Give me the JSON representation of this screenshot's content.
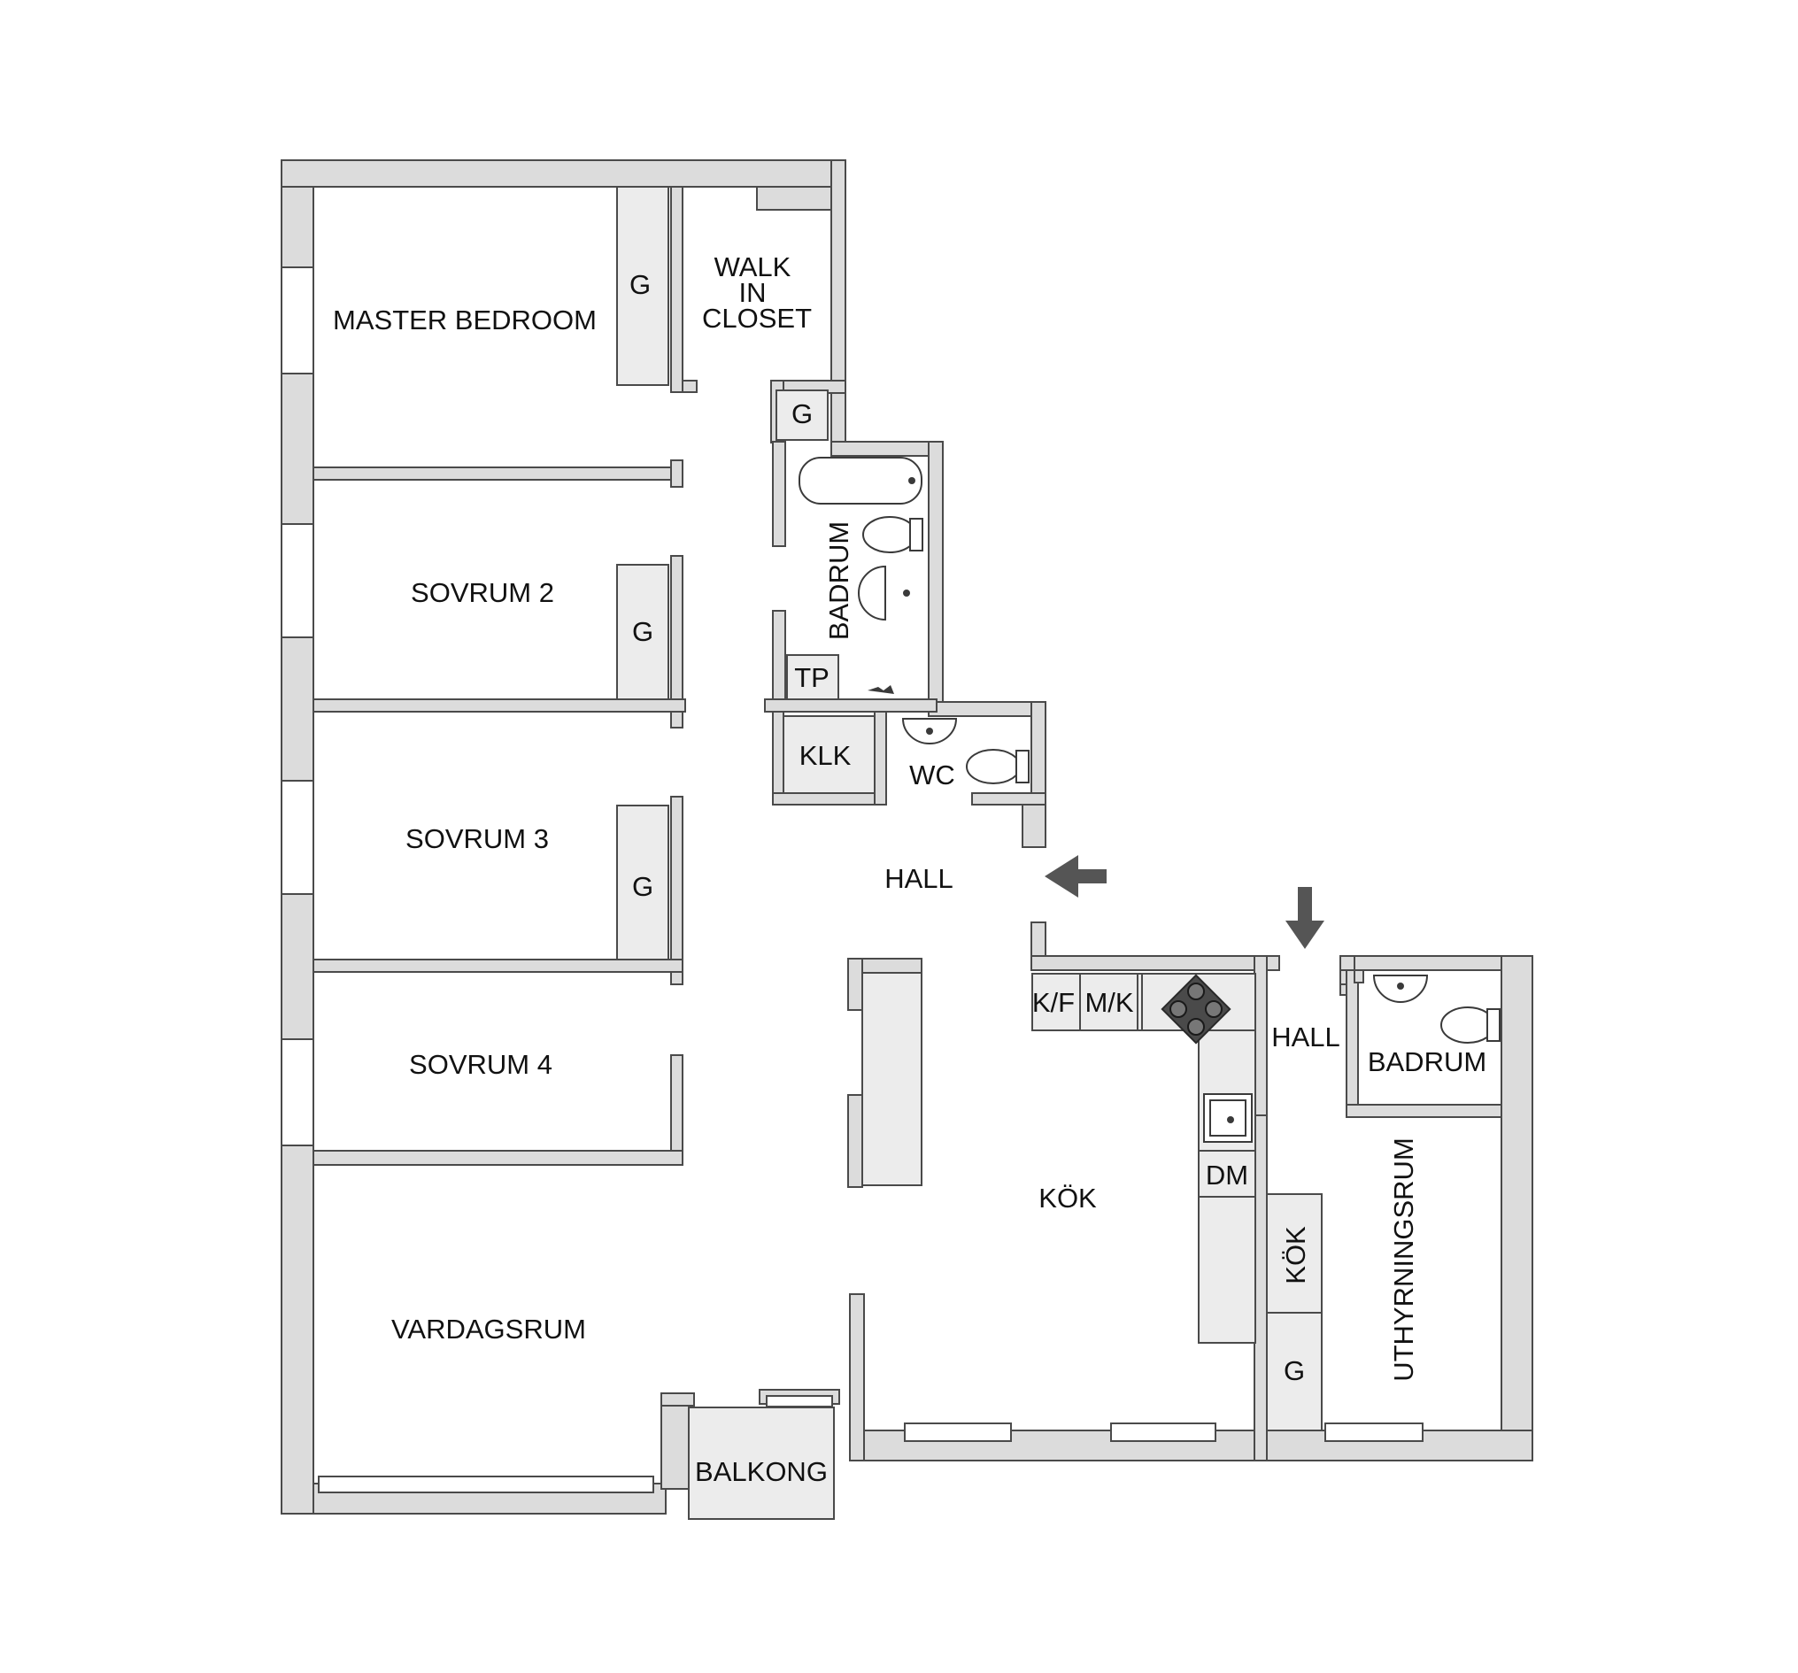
{
  "plan": {
    "wall_color": "#dcdcdc",
    "line_color": "#4a4a4a",
    "arrow_color": "#555555",
    "labels": {
      "master_bedroom": "MASTER BEDROOM",
      "walk_in_closet_1": "WALK",
      "walk_in_closet_2": "IN",
      "walk_in_closet_3": "CLOSET",
      "g_master": "G",
      "g_closet": "G",
      "badrum_main": "BADRUM",
      "tp": "TP",
      "sovrum2": "SOVRUM 2",
      "g_sovrum2": "G",
      "sovrum3": "SOVRUM 3",
      "g_sovrum3": "G",
      "sovrum4": "SOVRUM 4",
      "klk": "KLK",
      "wc": "WC",
      "hall_main": "HALL",
      "kf": "K/F",
      "mk": "M/K",
      "dm": "DM",
      "kok_main": "KÖK",
      "vardagsrum": "VARDAGSRUM",
      "balkong": "BALKONG",
      "hall_rental": "HALL",
      "badrum_rental": "BADRUM",
      "kok_rental": "KÖK",
      "g_rental": "G",
      "uthyrningsrum": "UTHYRNINGSRUM"
    },
    "icons": [
      "entrance-arrow-icon",
      "bathtub-icon",
      "toilet-icon",
      "sink-icon",
      "stove-icon",
      "shower-icon"
    ]
  }
}
